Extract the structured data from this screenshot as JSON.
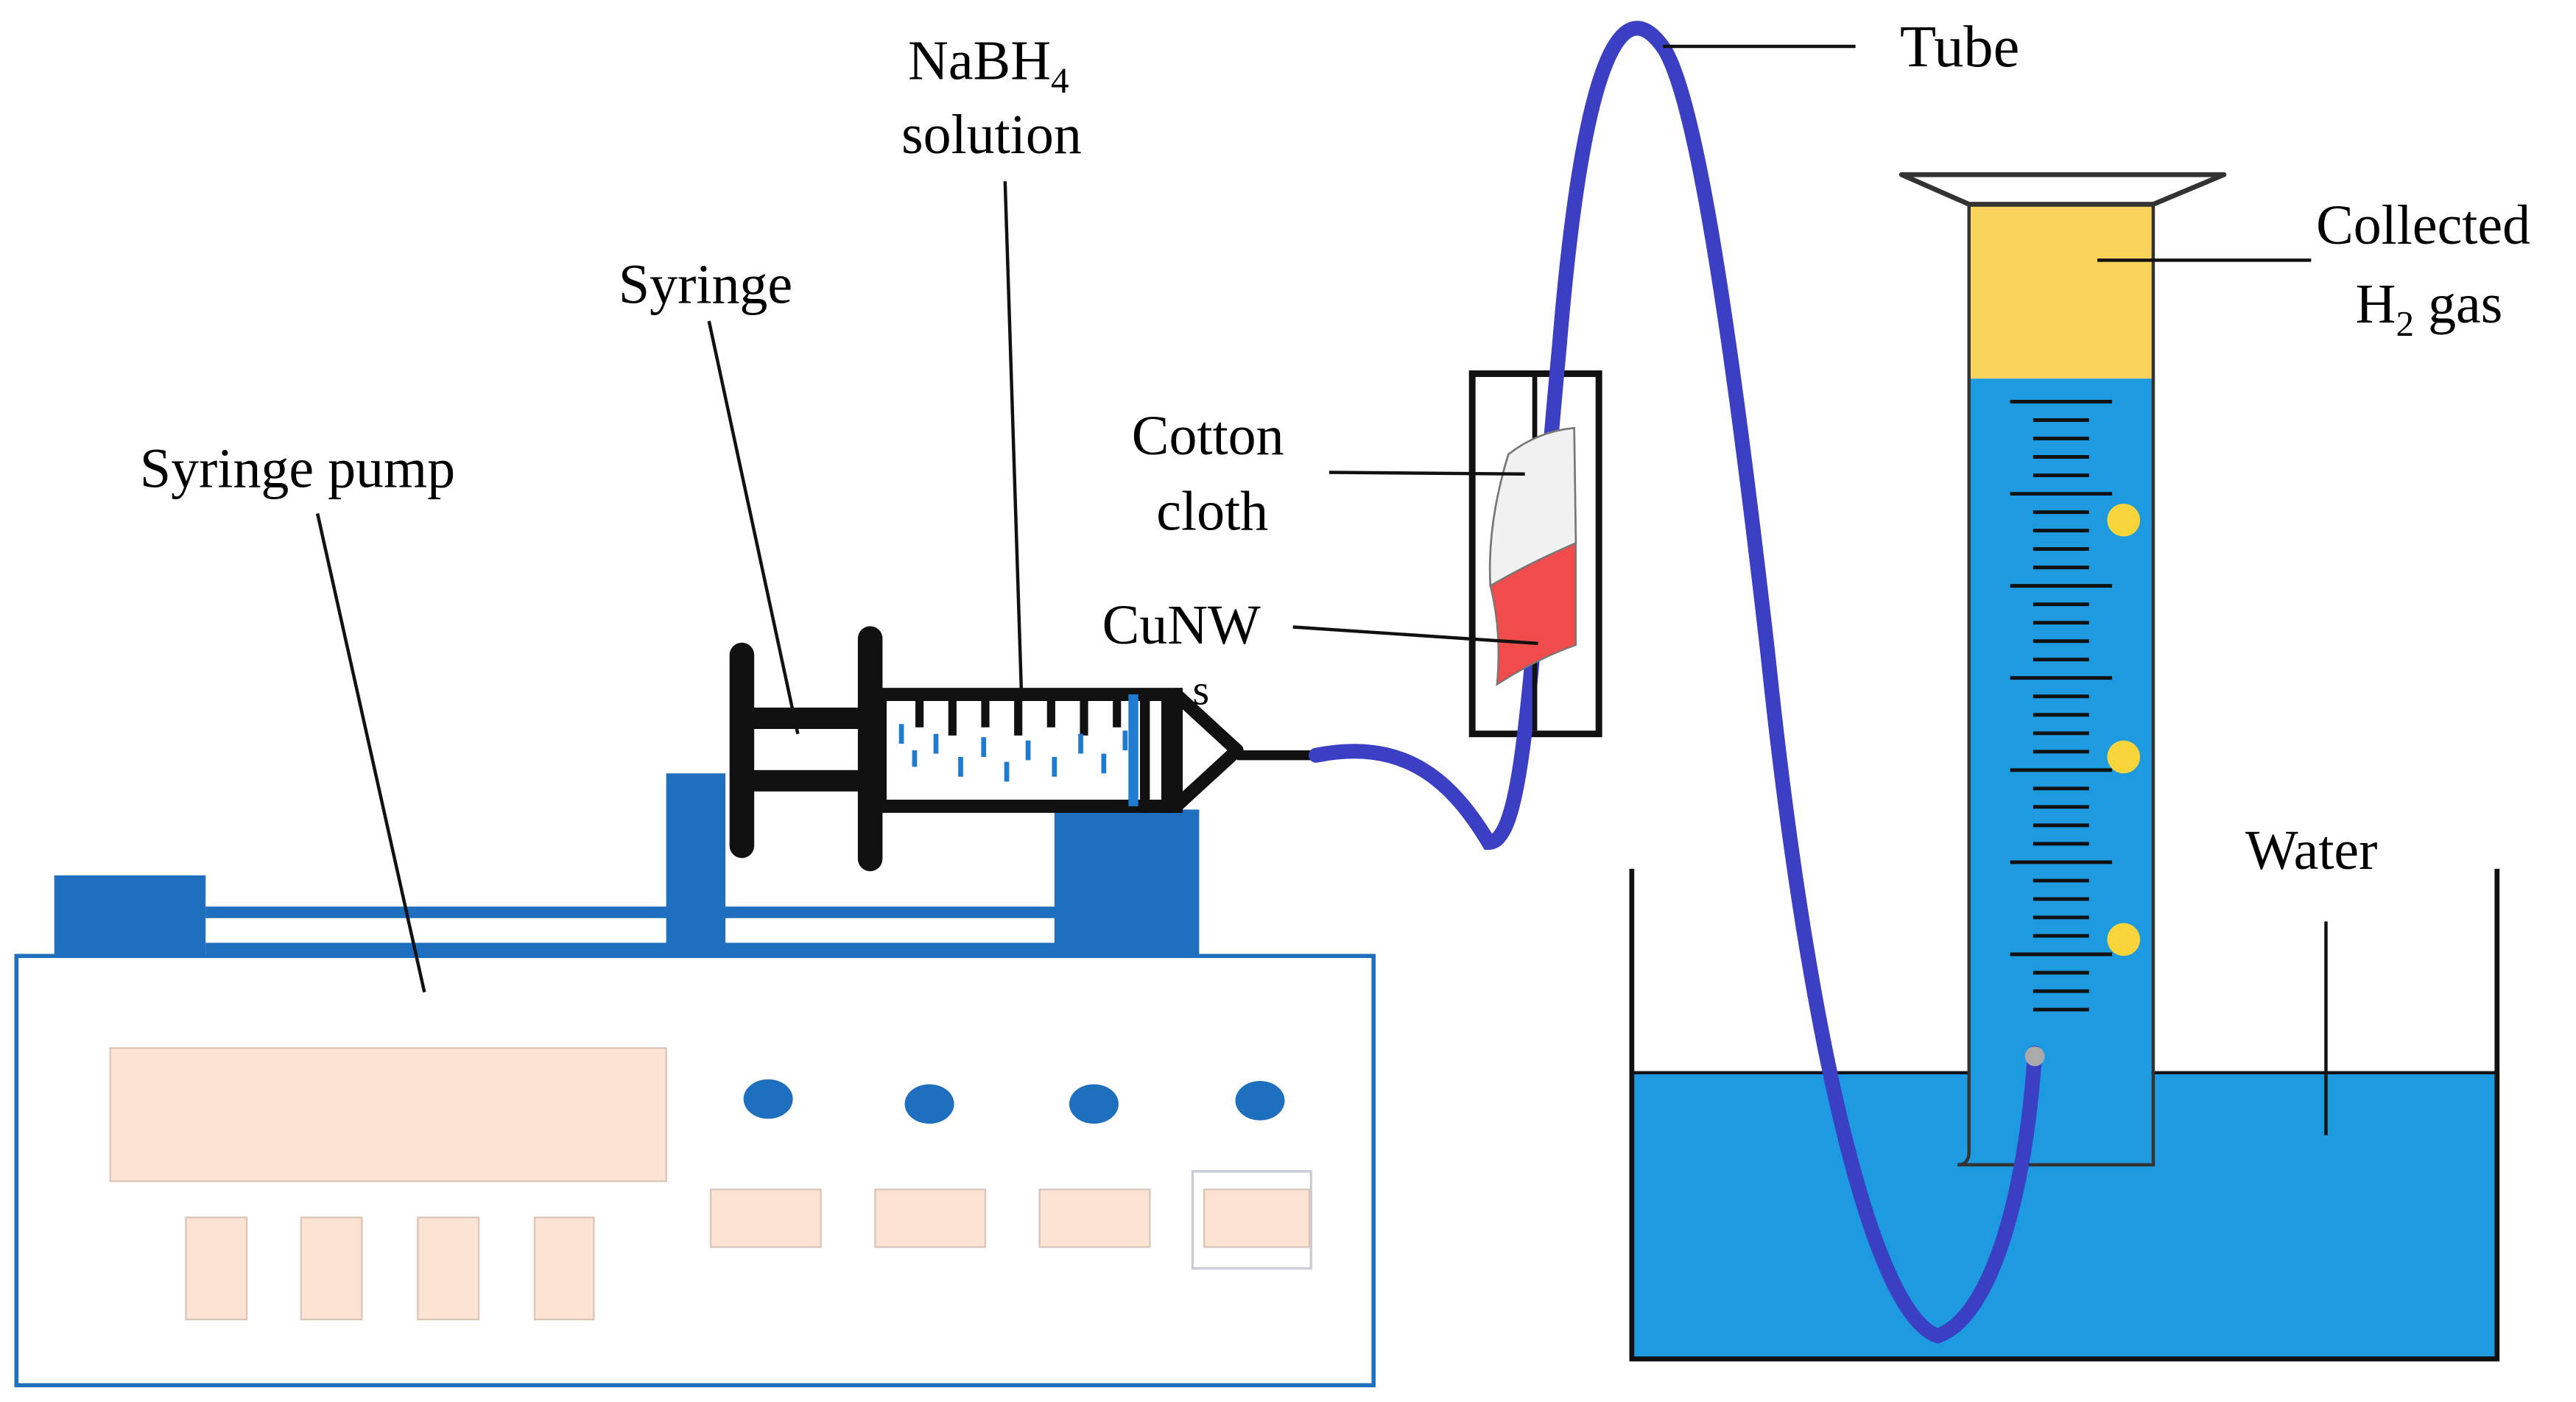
{
  "labels": {
    "tube": "Tube",
    "nabh4_main": "NaBH",
    "nabh4_sub": "4",
    "nabh4_line2": "solution",
    "syringe": "Syringe",
    "syringe_pump": "Syringe pump",
    "cotton_line1": "Cotton",
    "cotton_line2": "cloth",
    "cunw": "CuNW",
    "cunw_wrap": "s",
    "collected_line1": "Collected",
    "h2_main": "H",
    "h2_sub": "2",
    "h2_rest": " gas",
    "water": "Water"
  },
  "colors": {
    "pump_blue": "#1f6fbf",
    "tube_purple": "#3b3fc4",
    "water_blue": "#1e9be0",
    "gas_yellow": "#fad35c",
    "panel_peach": "#fde3d3",
    "cunw_red": "#f04c4c",
    "cloth_gray": "#f1f1f1",
    "bubble_yellow": "#f7d43a"
  },
  "icons": {
    "pump_buttons": "round-button-icon",
    "syringe_graduations": "graduation-marks"
  }
}
